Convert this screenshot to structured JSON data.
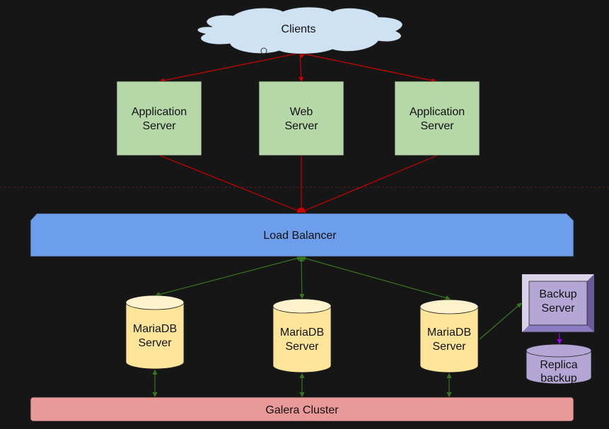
{
  "nodes": {
    "clients": "Clients",
    "app_server_1": [
      "Application",
      "Server"
    ],
    "web_server": [
      "Web",
      "Server"
    ],
    "app_server_2": [
      "Application",
      "Server"
    ],
    "load_balancer": "Load Balancer",
    "mariadb_1": [
      "MariaDB",
      "Server"
    ],
    "mariadb_2": [
      "MariaDB",
      "Server"
    ],
    "mariadb_3": [
      "MariaDB",
      "Server"
    ],
    "backup_server": [
      "Backup",
      "Server"
    ],
    "replica_backup": [
      "Replica",
      "backup"
    ],
    "galera_cluster": "Galera Cluster"
  },
  "colors": {
    "background": "#161616",
    "cloud": "#cfe2f3",
    "server": "#b6d7a8",
    "load_balancer": "#6d9eeb",
    "database": "#ffe599",
    "backup": "#b4a7d6",
    "galera": "#ea9999",
    "edge_top": "#cc0000",
    "edge_db": "#38761d",
    "edge_backup": "#9900ff"
  }
}
